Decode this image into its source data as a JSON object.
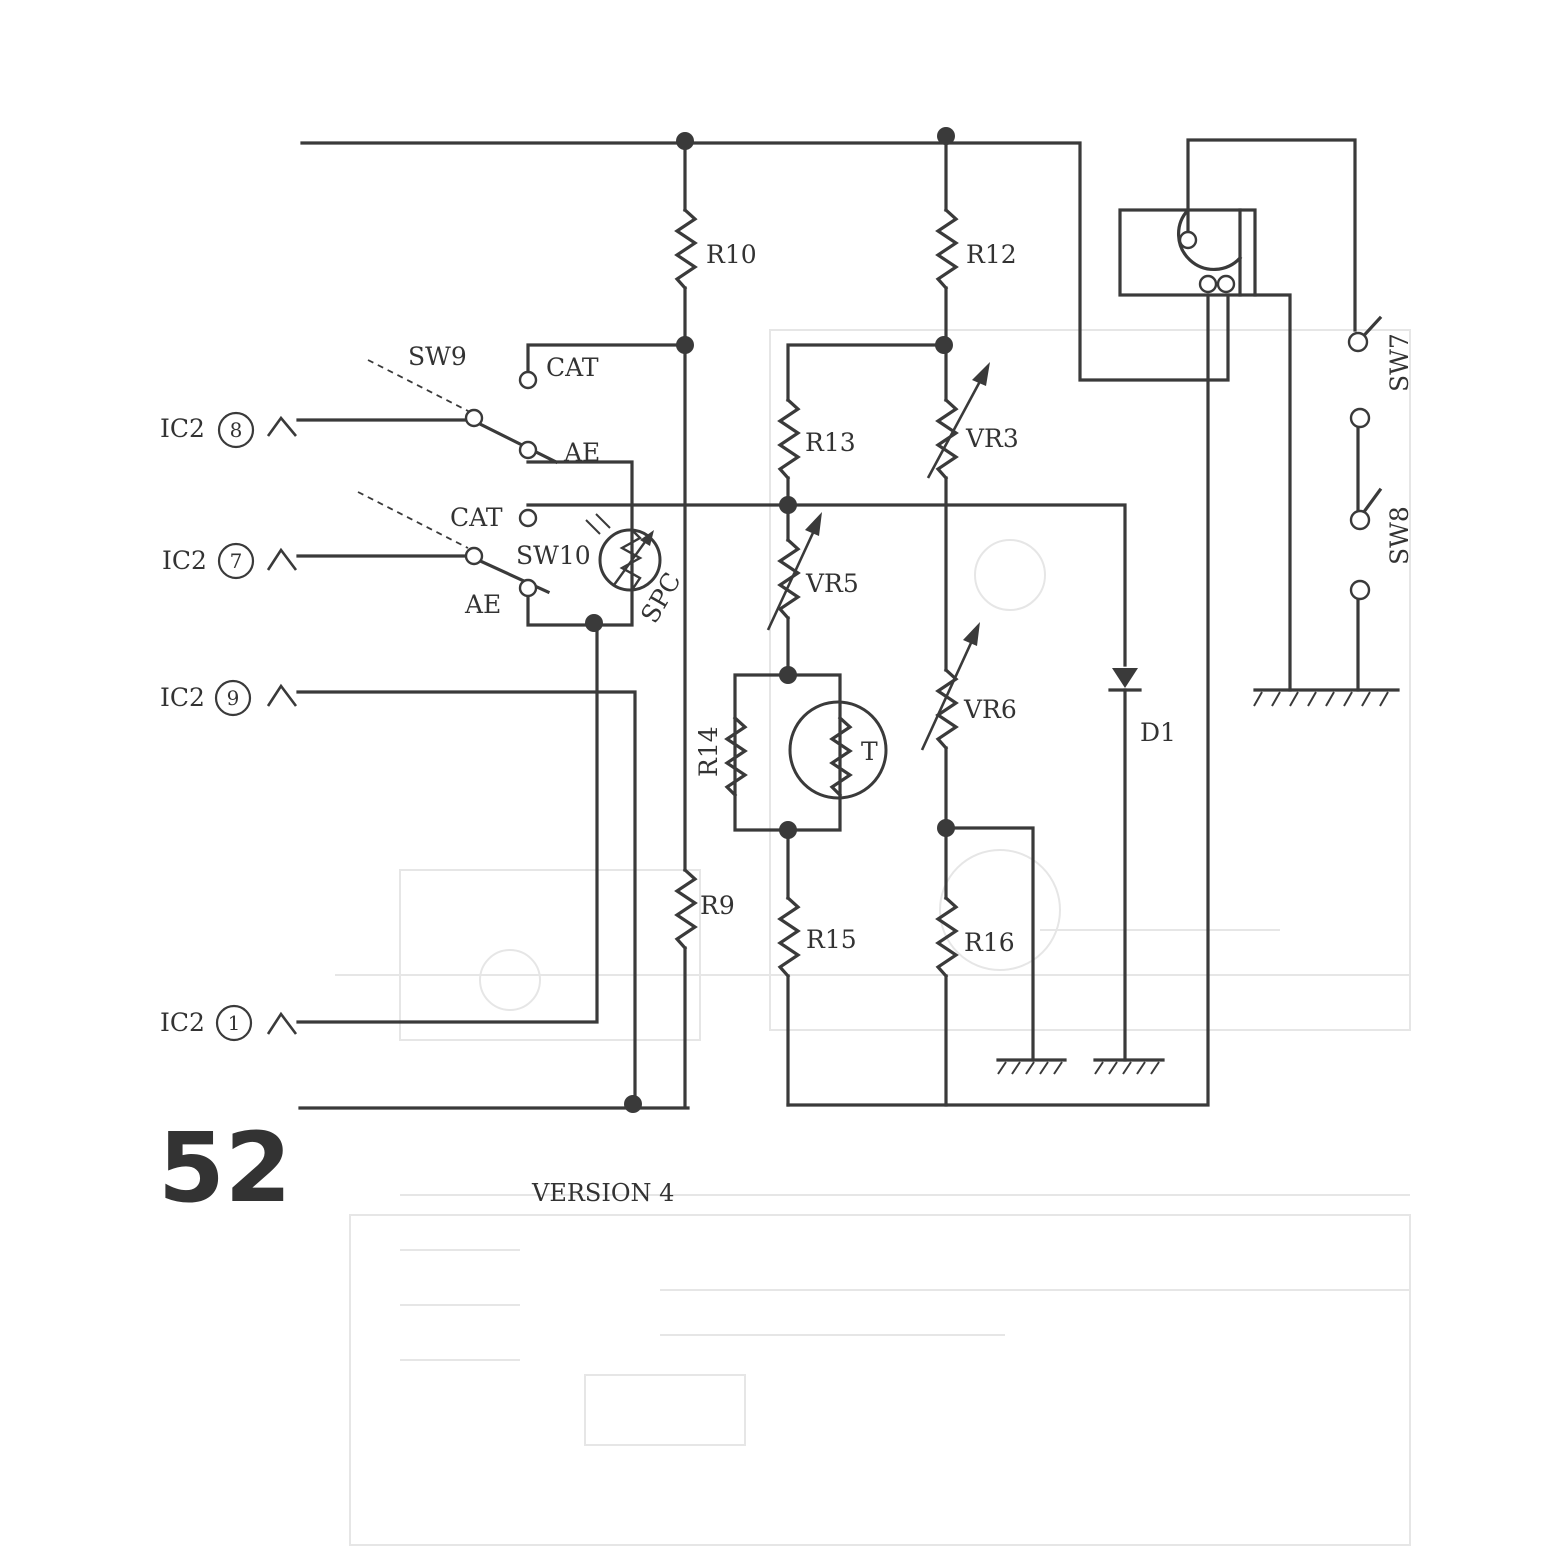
{
  "page_number": "52",
  "version_label": "VERSION 4",
  "ic_pins": [
    {
      "prefix": "IC2",
      "pin": "8"
    },
    {
      "prefix": "IC2",
      "pin": "7"
    },
    {
      "prefix": "IC2",
      "pin": "9"
    },
    {
      "prefix": "IC2",
      "pin": "1"
    }
  ],
  "components": {
    "r10": "R10",
    "r12": "R12",
    "r13": "R13",
    "vr3": "VR3",
    "vr5": "VR5",
    "vr6": "VR6",
    "r14": "R14",
    "thermistor": "T",
    "r9": "R9",
    "r15": "R15",
    "r16": "R16",
    "d1": "D1",
    "sw7": "SW7",
    "sw8": "SW8",
    "sw9": "SW9",
    "sw10": "SW10",
    "spc": "SPC"
  },
  "switch_contacts": {
    "sw9_cat": "CAT",
    "sw9_ae": "AE",
    "sw10_cat": "CAT",
    "sw10_ae": "AE"
  }
}
